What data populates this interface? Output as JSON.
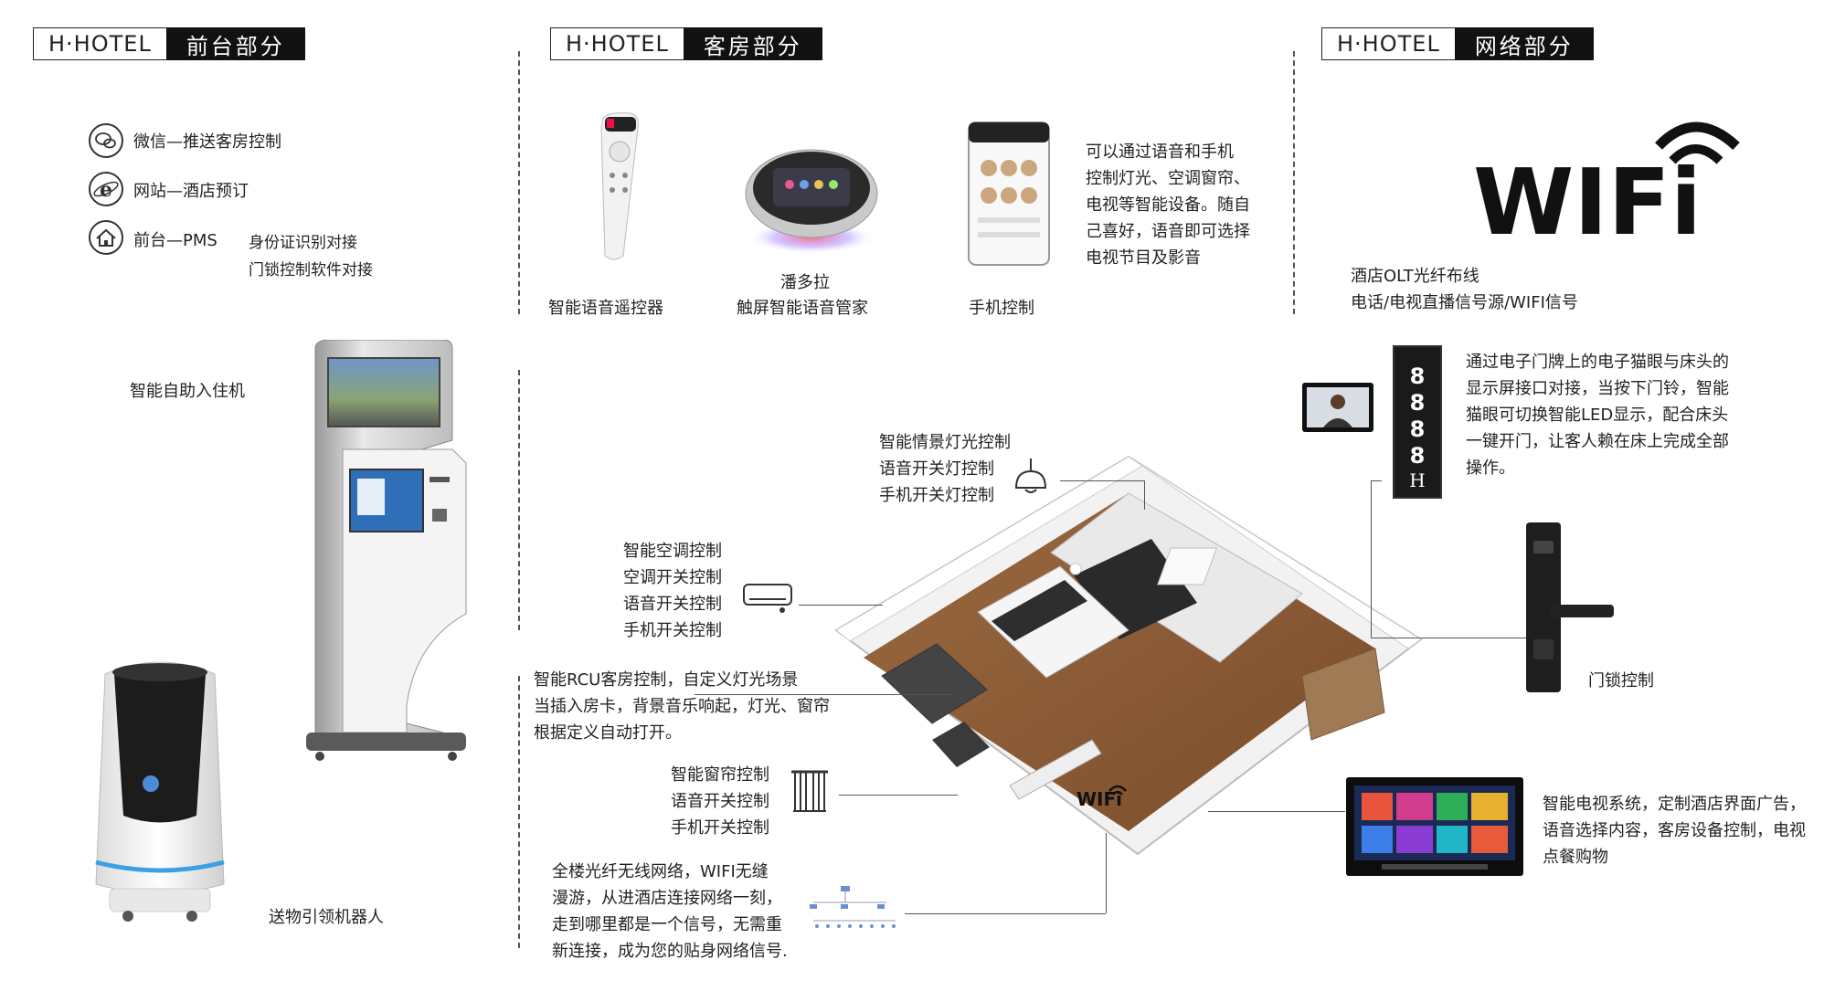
{
  "sections": {
    "front": {
      "brand": "H·HOTEL",
      "title": "前台部分"
    },
    "room": {
      "brand": "H·HOTEL",
      "title": "客房部分"
    },
    "network": {
      "brand": "H·HOTEL",
      "title": "网络部分"
    }
  },
  "front": {
    "items": [
      {
        "icon": "wechat-icon",
        "label": "微信—推送客房控制"
      },
      {
        "icon": "ie-icon",
        "label": "网站—酒店预订"
      },
      {
        "icon": "home-icon",
        "label": "前台—PMS"
      }
    ],
    "pms_notes": [
      "身份证识别对接",
      "门锁控制软件对接"
    ],
    "kiosk_label": "智能自助入住机",
    "robot_label": "送物引领机器人"
  },
  "room_top": {
    "remote_label": "智能语音遥控器",
    "butler_label_1": "潘多拉",
    "butler_label_2": "触屏智能语音管家",
    "phone_label": "手机控制",
    "voice_desc": "可以通过语音和手机\n控制灯光、空调窗帘、\n电视等智能设备。随自\n己喜好，语音即可选择\n电视节目及影音"
  },
  "network": {
    "wifi_logo": "WIFi",
    "desc": "酒店OLT光纤布线\n电话/电视直播信号源/WIFI信号"
  },
  "room": {
    "lighting": "智能情景灯光控制\n语音开关灯控制\n手机开关灯控制",
    "ac": "智能空调控制\n空调开关控制\n语音开关控制\n手机开关控制",
    "rcu": "智能RCU客房控制，自定义灯光场景\n当插入房卡，背景音乐响起，灯光、窗帘\n根据定义自动打开。",
    "curtain": "智能窗帘控制\n语音开关控制\n手机开关控制",
    "wifi_desc": "全楼光纤无线网络，WIFI无缝\n漫游，从进酒店连接网络一刻，\n走到哪里都是一个信号，无需重\n新连接，成为您的贴身网络信号.",
    "room_wifi_label": "WIFi",
    "doorplate_desc": "通过电子门牌上的电子猫眼与床头的\n显示屏接口对接，当按下门铃，智能\n猫眼可切换智能LED显示，配合床头\n一键开门，让客人赖在床上完成全部\n操作。",
    "doorplate_chars": "8888",
    "doorplate_letter": "H",
    "lock_label": "门锁控制",
    "tv_desc": "智能电视系统，定制酒店界面广告，\n语音选择内容，客房设备控制，电视\n点餐购物"
  },
  "colors": {
    "header_bg": "#111111",
    "text": "#222222",
    "floor": "#8a5a34"
  }
}
